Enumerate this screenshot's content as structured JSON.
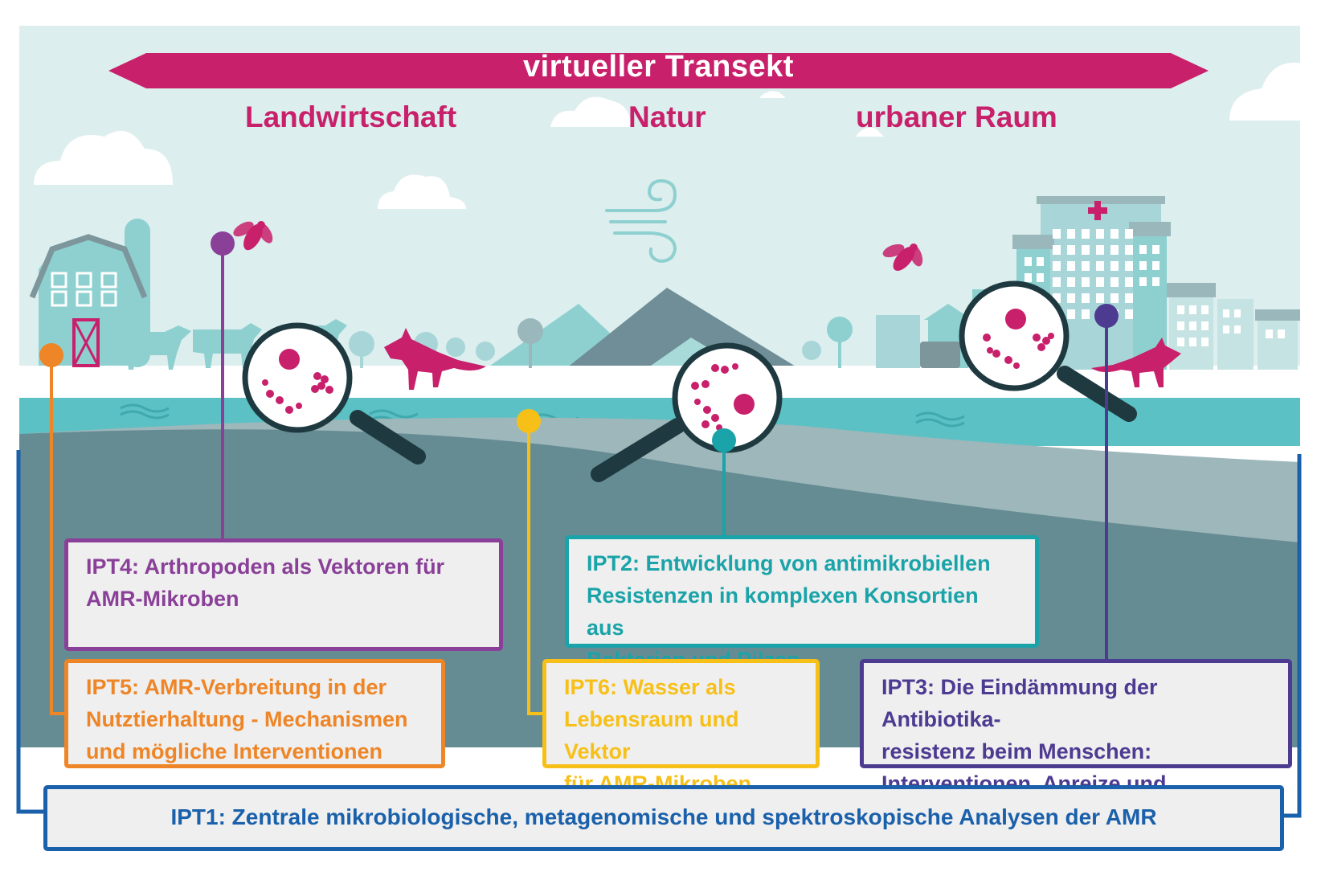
{
  "header": {
    "transect_label": "virtueller Transekt",
    "regions": [
      "Landwirtschaft",
      "Natur",
      "urbaner Raum"
    ]
  },
  "projects": {
    "ipt1": "IPT1: Zentrale mikrobiologische, metagenomische und spektroskopische Analysen der AMR",
    "ipt2": "IPT2: Entwicklung von antimikrobiellen\nResistenzen in komplexen Konsortien aus\nBakterien und Pilzen",
    "ipt3": "IPT3: Die Eindämmung der Antibiotika-\nresistenz beim Menschen:\nInterventionen, Anreize und Transparenz",
    "ipt4": "IPT4: Arthropoden als Vektoren für\nAMR-Mikroben",
    "ipt5": "IPT5: AMR-Verbreitung in der\nNutztierhaltung - Mechanismen\nund mögliche Interventionen",
    "ipt6": "IPT6: Wasser als\nLebensraum und Vektor\nfür AMR-Mikroben"
  },
  "colors": {
    "magenta": "#c8206b",
    "ipt1_blue": "#1a60aa",
    "ipt2_teal": "#1aa3a8",
    "ipt3_indigo": "#4d3a91",
    "ipt4_purple": "#8a3f98",
    "ipt5_orange": "#ee8527",
    "ipt6_yellow": "#f7c019",
    "sky": "#dceeed",
    "water": "#5cc1c4",
    "soil": "#668c93"
  },
  "icons": [
    "barn-icon",
    "silo-icon",
    "cow-icon",
    "fly-icon",
    "fox-icon",
    "wind-icon",
    "mountain-icon",
    "hospital-icon",
    "building-icon",
    "magnifier-icon",
    "microbe-icon",
    "tree-icon",
    "cloud-icon"
  ]
}
